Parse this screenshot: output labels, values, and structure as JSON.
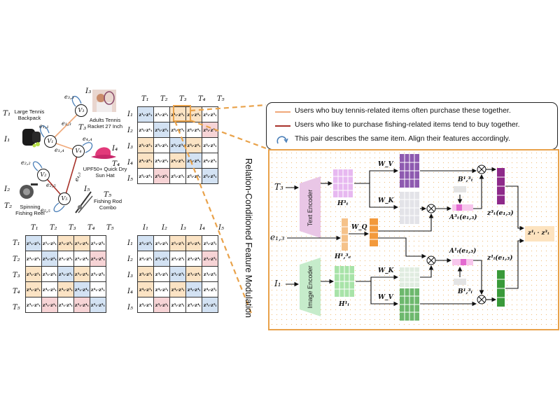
{
  "graph": {
    "nodes": [
      {
        "id": "v1",
        "label": "V₁"
      },
      {
        "id": "v2",
        "label": "V₂"
      },
      {
        "id": "v3",
        "label": "V₃"
      },
      {
        "id": "v4",
        "label": "V₄"
      },
      {
        "id": "v5",
        "label": "V₅"
      }
    ],
    "edges": [
      {
        "id": "e11",
        "label": "e₁,₁"
      },
      {
        "id": "e13",
        "label": "e₁,₃"
      },
      {
        "id": "e33",
        "label": "e₃,₃"
      },
      {
        "id": "e14",
        "label": "e₁,₄"
      },
      {
        "id": "e44",
        "label": "e₄,₄"
      },
      {
        "id": "e22",
        "label": "e₂,₂"
      },
      {
        "id": "e25",
        "label": "e₂,₅"
      },
      {
        "id": "e45",
        "label": "e₄,₅"
      },
      {
        "id": "e55",
        "label": "e₅,₅"
      }
    ],
    "items": {
      "t1": "T₁",
      "t1_name": "Large Tennis Backpack",
      "i1": "I₁",
      "i3": "I₃",
      "t3": "T₃",
      "t3_name": "Adults Tennis Racket 27 Inch",
      "i4": "I₄",
      "t4": "T₄",
      "t4_name": "UPF50+ Quick Dry Sun Hat",
      "i2": "I₂",
      "t2": "T₂",
      "t2_name": "Spinning Fishing Reel",
      "i5": "I₅",
      "t5": "T₅",
      "t5_name": "Fishing Rod Combo"
    }
  },
  "matrices": {
    "top_right": {
      "cols": [
        "T₁",
        "T₂",
        "T₃",
        "T₄",
        "T₅"
      ],
      "rows": [
        "I₁",
        "I₂",
        "I₃",
        "I₄",
        "I₅"
      ],
      "cells": [
        [
          "z¹ᵢ·z¹ₜ",
          "z¹ᵢ·z²ₜ",
          "z¹ᵢ·z³ₜ",
          "z¹ᵢ·z⁴ₜ",
          "z¹ᵢ·z⁵ₜ"
        ],
        [
          "z²ᵢ·z¹ₜ",
          "z²ᵢ·z²ₜ",
          "z²ᵢ·z³ₜ",
          "z²ᵢ·z⁴ₜ",
          "z²ᵢ·z⁵ₜ"
        ],
        [
          "z³ᵢ·z¹ₜ",
          "z³ᵢ·z²ₜ",
          "z³ᵢ·z³ₜ",
          "z³ᵢ·z⁴ₜ",
          "z³ᵢ·z⁵ₜ"
        ],
        [
          "z⁴ᵢ·z¹ₜ",
          "z⁴ᵢ·z²ₜ",
          "z⁴ᵢ·z³ₜ",
          "z⁴ᵢ·z⁴ₜ",
          "z⁴ᵢ·z⁵ₜ"
        ],
        [
          "z⁵ᵢ·z¹ₜ",
          "z⁵ᵢ·z²ₜ",
          "z⁵ᵢ·z³ₜ",
          "z⁵ᵢ·z⁴ₜ",
          "z⁵ᵢ·z⁵ₜ"
        ]
      ],
      "colors": [
        [
          "b",
          "w",
          "o",
          "o",
          "w"
        ],
        [
          "w",
          "b",
          "w",
          "w",
          "r"
        ],
        [
          "o",
          "w",
          "b",
          "o",
          "w"
        ],
        [
          "o",
          "w",
          "o",
          "b",
          "w"
        ],
        [
          "w",
          "r",
          "w",
          "w",
          "b"
        ]
      ]
    },
    "bottom_left": {
      "cols": [
        "T₁",
        "T₂",
        "T₃",
        "T₄",
        "T₅"
      ],
      "rows": [
        "T₁",
        "T₂",
        "T₃",
        "T₄",
        "T₅"
      ],
      "cells": [
        [
          "z¹ₜ·z¹ₜ",
          "z¹ₜ·z²ₜ",
          "z¹ₜ·z³ₜ",
          "z¹ₜ·z⁴ₜ",
          "z¹ₜ·z⁵ₜ"
        ],
        [
          "z²ₜ·z¹ₜ",
          "z²ₜ·z²ₜ",
          "z²ₜ·z³ₜ",
          "z²ₜ·z⁴ₜ",
          "z²ₜ·z⁵ₜ"
        ],
        [
          "z³ₜ·z¹ₜ",
          "z³ₜ·z²ₜ",
          "z³ₜ·z³ₜ",
          "z³ₜ·z⁴ₜ",
          "z³ₜ·z⁵ₜ"
        ],
        [
          "z⁴ₜ·z¹ₜ",
          "z⁴ₜ·z²ₜ",
          "z⁴ₜ·z³ₜ",
          "z⁴ₜ·z⁴ₜ",
          "z⁴ₜ·z⁵ₜ"
        ],
        [
          "z⁵ₜ·z¹ₜ",
          "z⁵ₜ·z²ₜ",
          "z⁵ₜ·z³ₜ",
          "z⁵ₜ·z⁴ₜ",
          "z⁵ₜ·z⁵ₜ"
        ]
      ],
      "colors": [
        [
          "b",
          "w",
          "o",
          "o",
          "w"
        ],
        [
          "w",
          "b",
          "w",
          "w",
          "r"
        ],
        [
          "o",
          "w",
          "b",
          "o",
          "w"
        ],
        [
          "o",
          "w",
          "o",
          "b",
          "w"
        ],
        [
          "w",
          "r",
          "w",
          "r",
          "b"
        ]
      ]
    },
    "bottom_mid": {
      "cols": [
        "I₁",
        "I₂",
        "I₃",
        "I₄",
        "I₅"
      ],
      "rows": [
        "I₁",
        "I₂",
        "I₃",
        "I₄",
        "I₅"
      ],
      "cells": [
        [
          "z¹ᵢ·z¹ᵢ",
          "z¹ᵢ·z²ᵢ",
          "z¹ᵢ·z³ᵢ",
          "z¹ᵢ·z⁴ᵢ",
          "z¹ᵢ·z⁵ᵢ"
        ],
        [
          "z²ᵢ·z¹ᵢ",
          "z²ᵢ·z²ᵢ",
          "z²ᵢ·z³ᵢ",
          "z²ᵢ·z⁴ᵢ",
          "z²ᵢ·z⁵ᵢ"
        ],
        [
          "z³ᵢ·z¹ᵢ",
          "z³ᵢ·z²ᵢ",
          "z³ᵢ·z³ᵢ",
          "z³ᵢ·z⁴ᵢ",
          "z³ᵢ·z⁵ᵢ"
        ],
        [
          "z⁴ᵢ·z¹ᵢ",
          "z⁴ᵢ·z²ᵢ",
          "z⁴ᵢ·z³ᵢ",
          "z⁴ᵢ·z⁴ᵢ",
          "z⁴ᵢ·z⁵ᵢ"
        ],
        [
          "z⁵ᵢ·z¹ᵢ",
          "z⁵ᵢ·z²ᵢ",
          "z⁵ᵢ·z³ᵢ",
          "z⁵ᵢ·z⁴ᵢ",
          "z⁵ᵢ·z⁵ᵢ"
        ]
      ],
      "colors": [
        [
          "b",
          "w",
          "o",
          "o",
          "w"
        ],
        [
          "w",
          "b",
          "w",
          "w",
          "r"
        ],
        [
          "o",
          "w",
          "b",
          "o",
          "w"
        ],
        [
          "o",
          "w",
          "o",
          "b",
          "w"
        ],
        [
          "w",
          "r",
          "w",
          "w",
          "b"
        ]
      ]
    }
  },
  "legend": {
    "tennis": "Users who buy tennis-related items often purchase these together.",
    "fishing": "Users who like to purchase fishing-related items tend to buy together.",
    "same": "This pair describes the same item. Align their features accordingly.",
    "tennis_color": "#f0a878",
    "fishing_color": "#a8322a",
    "same_color": "#4a7fb8"
  },
  "module": {
    "title": "Relation-Conditioned Feature Modulation",
    "t3": "T₃",
    "e13": "e₁,₃",
    "i1": "I₁",
    "text_encoder": "Text Encoder",
    "image_encoder": "Image Encoder",
    "h_t3": "H³ₜ",
    "h_e13": "H¹,³ₑ",
    "h_i1": "H¹ᵢ",
    "w_v_top": "W_V",
    "w_k_top": "W_K",
    "w_q": "W_Q",
    "w_k_bot": "W_K",
    "w_v_bot": "W_V",
    "b_t": "B¹,³ₜ",
    "b_i": "B¹,³ᵢ",
    "a_t": "A³ₜ(e₁,₃)",
    "a_i": "A¹ᵢ(e₁,₃)",
    "z_t": "z³ₜ(e₁,₃)",
    "z_i": "z¹ᵢ(e₁,₃)",
    "out": "z¹ᵢ · z³ₜ",
    "otimes": "⊗",
    "colors": {
      "text_encoder": "#e9c6e6",
      "image_encoder": "#c6eccb",
      "h_t": "#e7b8f0",
      "h_e": "#f5c28a",
      "h_i": "#a8e3a8",
      "v_top": "#8e5ab0",
      "k_top": "#e3e3e8",
      "k_bot": "#e0ece0",
      "v_bot": "#6db86d",
      "z_t": "#8e2a8a",
      "z_i": "#3a9a3a",
      "panel_border": "#e9a24a"
    }
  }
}
